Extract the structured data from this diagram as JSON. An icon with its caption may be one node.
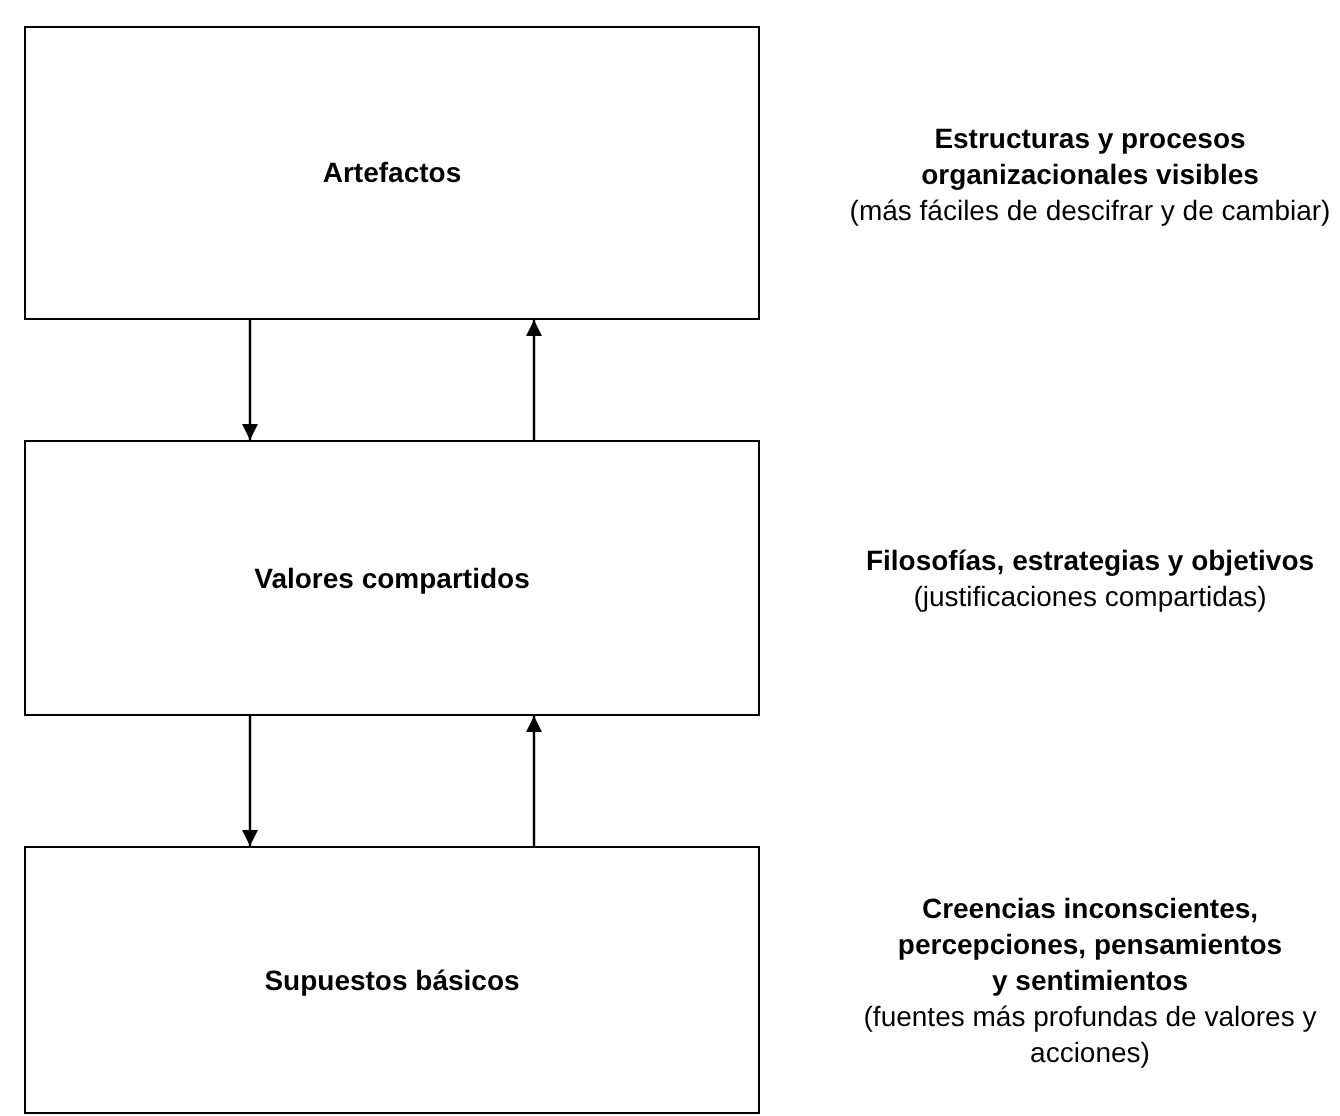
{
  "diagram": {
    "nodes": [
      {
        "text": [
          "Artefactos"
        ],
        "beside": [
          "Estructuras y procesos organizacionales visibles",
          "(más fáciles de descifrar y de cambiar)"
        ]
      },
      {
        "text": [
          "Valores compartidos"
        ],
        "beside": [
          "Filosofías, estrategias y objetivos",
          "(justificaciones compartidas)"
        ]
      },
      {
        "text": [
          "Supuestos básicos"
        ],
        "beside": [
          "Creencias inconscientes, percepciones, pensamientos y sentimientos",
          "(fuentes más profundas de valores y acciones)"
        ]
      }
    ],
    "edges": [
      {
        "from": 0,
        "to": 1,
        "arrow": "to"
      },
      {
        "from": 1,
        "to": 0,
        "arrow": "to"
      },
      {
        "from": 1,
        "to": 2,
        "arrow": "to"
      },
      {
        "from": 2,
        "to": 1,
        "arrow": "to"
      }
    ]
  }
}
